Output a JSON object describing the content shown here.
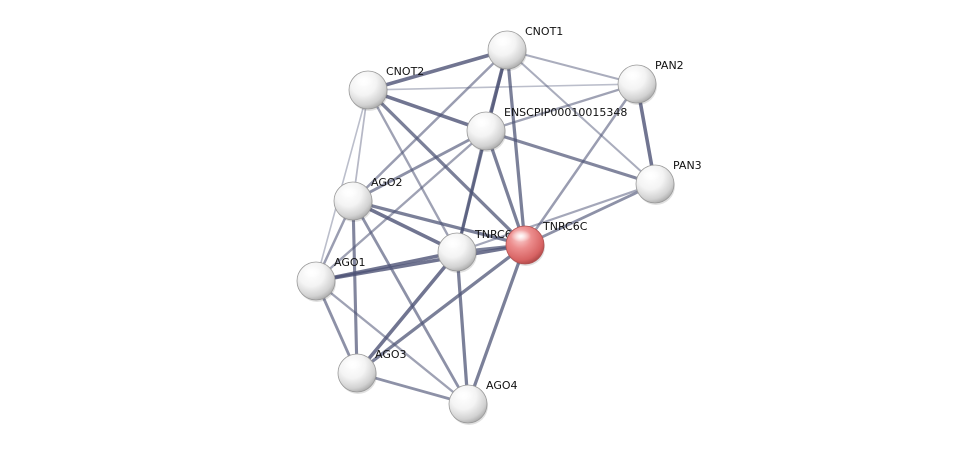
{
  "network": {
    "query_color": "#e06666",
    "node_color": "#ffffff",
    "edge_color": "#4d5375",
    "nodes": [
      {
        "id": "CNOT1",
        "label": "CNOT1",
        "query": false
      },
      {
        "id": "CNOT2",
        "label": "CNOT2",
        "query": false
      },
      {
        "id": "PAN2",
        "label": "PAN2",
        "query": false
      },
      {
        "id": "ENSCPIP",
        "label": "ENSCPIP00010015348",
        "query": false
      },
      {
        "id": "PAN3",
        "label": "PAN3",
        "query": false
      },
      {
        "id": "AGO2",
        "label": "AGO2",
        "query": false
      },
      {
        "id": "TNRC6B",
        "label": "TNRC6B",
        "query": false
      },
      {
        "id": "TNRC6C",
        "label": "TNRC6C",
        "query": true
      },
      {
        "id": "AGO1",
        "label": "AGO1",
        "query": false
      },
      {
        "id": "AGO3",
        "label": "AGO3",
        "query": false
      },
      {
        "id": "AGO4",
        "label": "AGO4",
        "query": false
      }
    ],
    "edges": [
      {
        "source": "CNOT1",
        "target": "CNOT2",
        "strength": 0.85
      },
      {
        "source": "CNOT1",
        "target": "PAN2",
        "strength": 0.35
      },
      {
        "source": "CNOT1",
        "target": "ENSCPIP",
        "strength": 0.85
      },
      {
        "source": "CNOT1",
        "target": "TNRC6C",
        "strength": 0.75
      },
      {
        "source": "CNOT1",
        "target": "TNRC6B",
        "strength": 0.6
      },
      {
        "source": "CNOT1",
        "target": "PAN3",
        "strength": 0.35
      },
      {
        "source": "CNOT1",
        "target": "AGO2",
        "strength": 0.5
      },
      {
        "source": "CNOT2",
        "target": "ENSCPIP",
        "strength": 0.85
      },
      {
        "source": "CNOT2",
        "target": "PAN2",
        "strength": 0.2
      },
      {
        "source": "CNOT2",
        "target": "TNRC6C",
        "strength": 0.75
      },
      {
        "source": "CNOT2",
        "target": "TNRC6B",
        "strength": 0.45
      },
      {
        "source": "CNOT2",
        "target": "AGO2",
        "strength": 0.25
      },
      {
        "source": "CNOT2",
        "target": "AGO1",
        "strength": 0.2
      },
      {
        "source": "PAN2",
        "target": "PAN3",
        "strength": 0.85
      },
      {
        "source": "PAN2",
        "target": "ENSCPIP",
        "strength": 0.45
      },
      {
        "source": "PAN2",
        "target": "TNRC6C",
        "strength": 0.5
      },
      {
        "source": "ENSCPIP",
        "target": "PAN3",
        "strength": 0.7
      },
      {
        "source": "ENSCPIP",
        "target": "TNRC6C",
        "strength": 0.75
      },
      {
        "source": "ENSCPIP",
        "target": "TNRC6B",
        "strength": 0.75
      },
      {
        "source": "ENSCPIP",
        "target": "AGO2",
        "strength": 0.6
      },
      {
        "source": "ENSCPIP",
        "target": "AGO1",
        "strength": 0.45
      },
      {
        "source": "PAN3",
        "target": "TNRC6C",
        "strength": 0.6
      },
      {
        "source": "PAN3",
        "target": "TNRC6B",
        "strength": 0.4
      },
      {
        "source": "AGO2",
        "target": "TNRC6B",
        "strength": 0.85
      },
      {
        "source": "AGO2",
        "target": "TNRC6C",
        "strength": 0.75
      },
      {
        "source": "AGO2",
        "target": "AGO1",
        "strength": 0.5
      },
      {
        "source": "AGO2",
        "target": "AGO3",
        "strength": 0.7
      },
      {
        "source": "AGO2",
        "target": "AGO4",
        "strength": 0.6
      },
      {
        "source": "TNRC6B",
        "target": "TNRC6C",
        "strength": 0.75
      },
      {
        "source": "TNRC6B",
        "target": "AGO1",
        "strength": 0.85
      },
      {
        "source": "TNRC6B",
        "target": "AGO3",
        "strength": 0.85
      },
      {
        "source": "TNRC6B",
        "target": "AGO4",
        "strength": 0.75
      },
      {
        "source": "TNRC6C",
        "target": "AGO1",
        "strength": 0.85
      },
      {
        "source": "TNRC6C",
        "target": "AGO3",
        "strength": 0.75
      },
      {
        "source": "TNRC6C",
        "target": "AGO4",
        "strength": 0.75
      },
      {
        "source": "AGO1",
        "target": "AGO3",
        "strength": 0.6
      },
      {
        "source": "AGO1",
        "target": "AGO4",
        "strength": 0.45
      },
      {
        "source": "AGO3",
        "target": "AGO4",
        "strength": 0.6
      }
    ]
  }
}
